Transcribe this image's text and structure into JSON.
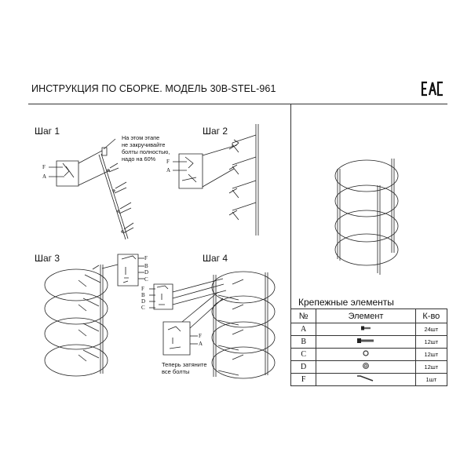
{
  "header": {
    "title": "ИНСТРУКЦИЯ ПО СБОРКЕ. МОДЕЛЬ 30В-STEL-961",
    "cert_mark": "EAC"
  },
  "steps": [
    {
      "label": "Шаг 1",
      "note_lines": [
        "На этом этапе",
        "не закручивайте",
        "болты полностью,",
        "надо на 60%"
      ],
      "parts": [
        "F",
        "A"
      ]
    },
    {
      "label": "Шаг 2",
      "parts": [
        "F",
        "A"
      ]
    },
    {
      "label": "Шаг 3",
      "parts": [
        "F",
        "B",
        "D",
        "C"
      ]
    },
    {
      "label": "Шаг 4",
      "note_lines": [
        "Теперь затяните",
        "все болты"
      ],
      "parts": [
        "F",
        "B",
        "D",
        "C",
        "F",
        "A"
      ]
    }
  ],
  "hardware": {
    "title": "Крепежные элементы",
    "columns": [
      "№",
      "Элемент",
      "К-во"
    ],
    "rows": [
      {
        "id": "A",
        "icon": "small-screw-icon",
        "qty": "24шт"
      },
      {
        "id": "B",
        "icon": "bolt-icon",
        "qty": "12шт"
      },
      {
        "id": "C",
        "icon": "ring-washer-icon",
        "qty": "12шт"
      },
      {
        "id": "D",
        "icon": "flat-washer-icon",
        "qty": "12шт"
      },
      {
        "id": "F",
        "icon": "hex-key-icon",
        "qty": "1шт"
      }
    ]
  },
  "colors": {
    "line": "#222222",
    "border": "#333333",
    "background": "#ffffff"
  }
}
